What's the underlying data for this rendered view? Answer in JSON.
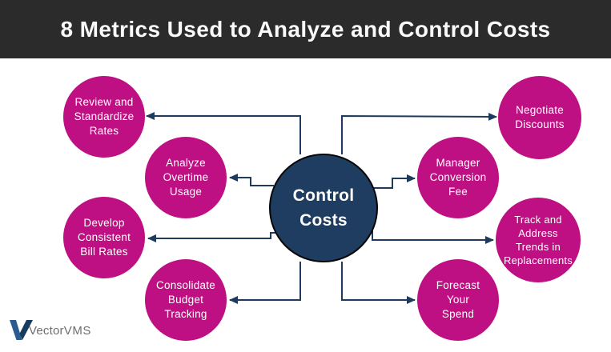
{
  "header": {
    "title": "8 Metrics Used to Analyze and Control Costs"
  },
  "center_node": {
    "label": "Control\nCosts"
  },
  "metrics": [
    {
      "id": "review-and-standardize-rates",
      "label": "Review and\nStandardize\nRates"
    },
    {
      "id": "analyze-overtime-usage",
      "label": "Analyze\nOvertime\nUsage"
    },
    {
      "id": "develop-consistent-bill-rates",
      "label": "Develop\nConsistent\nBill Rates"
    },
    {
      "id": "consolidate-budget-tracking",
      "label": "Consolidate\nBudget\nTracking"
    },
    {
      "id": "negotiate-discounts",
      "label": "Negotiate\nDiscounts"
    },
    {
      "id": "manager-conversion-fee",
      "label": "Manager\nConversion\nFee"
    },
    {
      "id": "track-and-address-trends-in-replacements",
      "label": "Track and\nAddress\nTrends in\nReplacements"
    },
    {
      "id": "forecast-your-spend",
      "label": "Forecast\nYour\nSpend"
    }
  ],
  "logo": {
    "vector": "Vector",
    "vms": "VMS"
  },
  "colors": {
    "magenta": "#be1082",
    "navy": "#1f3d61",
    "header_bg": "#2b2b2b",
    "arrow": "#1e3b5e",
    "logo_gray": "#6e6e71"
  }
}
